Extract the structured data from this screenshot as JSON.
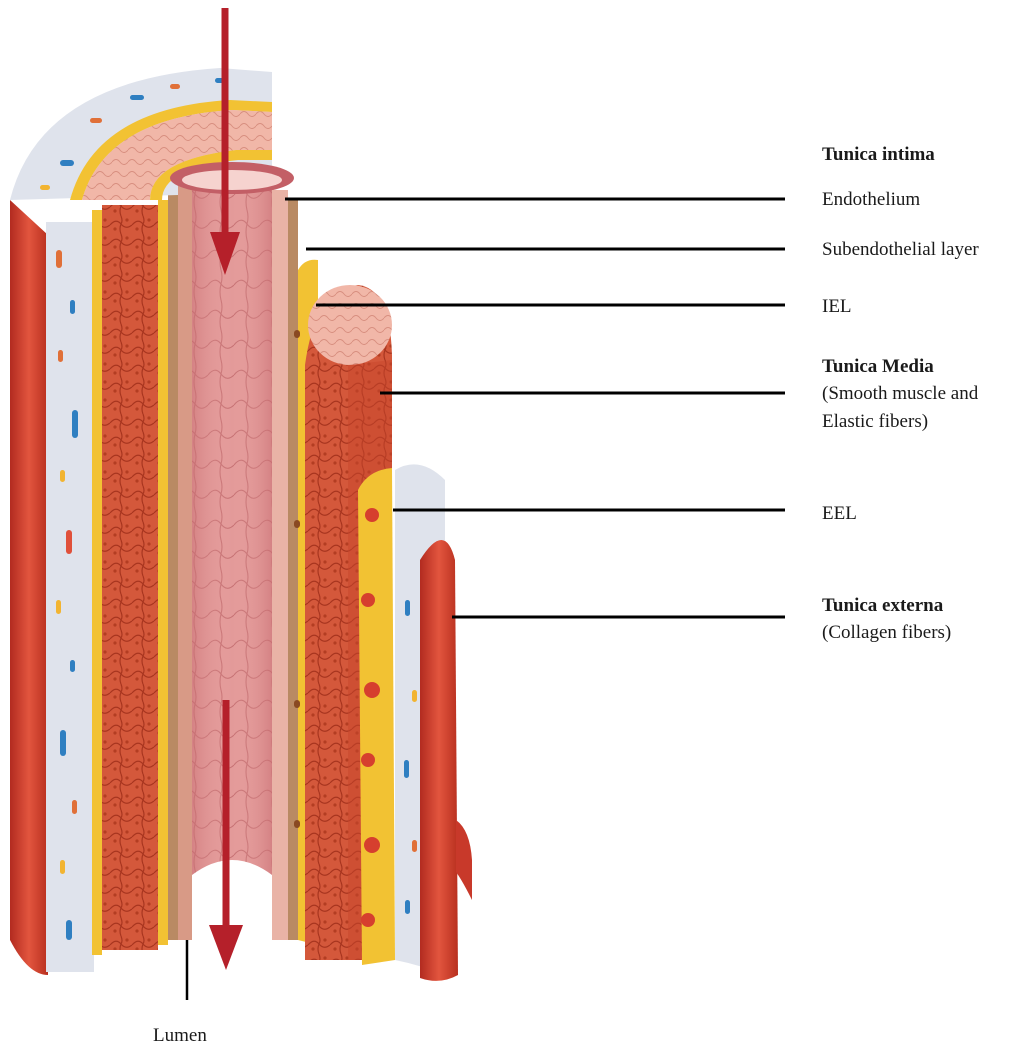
{
  "labels": {
    "tunica_intima": "Tunica intima",
    "endothelium": "Endothelium",
    "subendothelial": "Subendothelial layer",
    "iel": "IEL",
    "tunica_media": "Tunica Media",
    "tunica_media_desc_1": "(Smooth muscle and",
    "tunica_media_desc_2": "Elastic fibers)",
    "eel": "EEL",
    "tunica_externa": "Tunica externa",
    "tunica_externa_desc": "(Collagen fibers)",
    "lumen": "Lumen"
  },
  "colors": {
    "blood_flow_arrow": "#b5202a",
    "smooth_muscle": "#d65a3c",
    "elastic_lamina": "#f1c232",
    "adventitia": "#dde2ec",
    "lumen_wall": "#e08b8b",
    "outer_wall": "#c8392a"
  },
  "icons": {
    "flow_in": "arrow-down-icon",
    "flow_out": "arrow-down-icon"
  }
}
